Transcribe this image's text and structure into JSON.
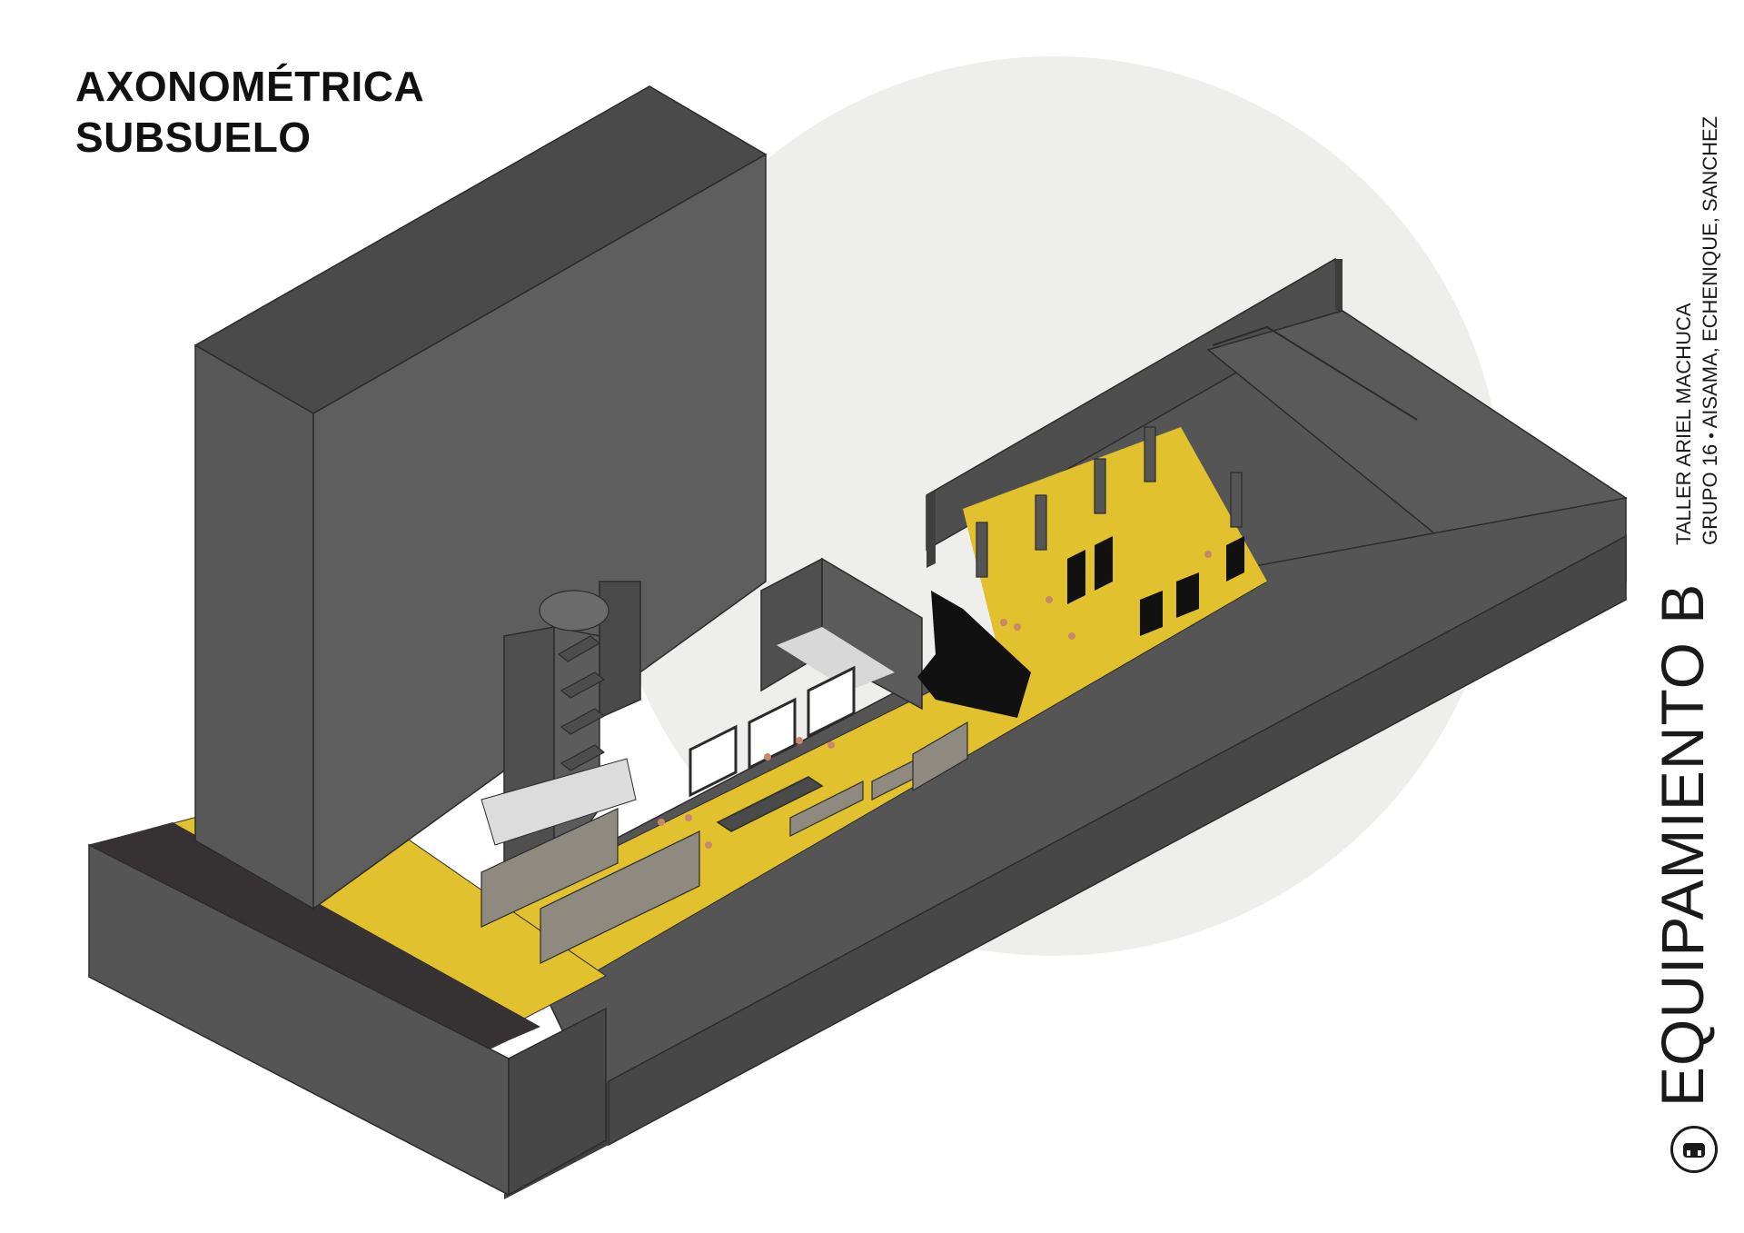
{
  "title": {
    "line1": "AXONOMÉTRICA",
    "line2": "SUBSUELO"
  },
  "project": {
    "name": "EQUIPAMIENTO B",
    "studio": "TALLER ARIEL MACHUCA",
    "group": "GRUPO 16",
    "separator": "•",
    "authors": "AISAMA, ECHENIQUE, SANCHEZ"
  },
  "logo_icon": "house-badge-icon",
  "colors": {
    "accent_yellow": "#e2c12f",
    "wall_dark": "#555556",
    "wall_darker": "#3f3f40",
    "road_black": "#363234",
    "circle_bg": "#eeefed"
  }
}
